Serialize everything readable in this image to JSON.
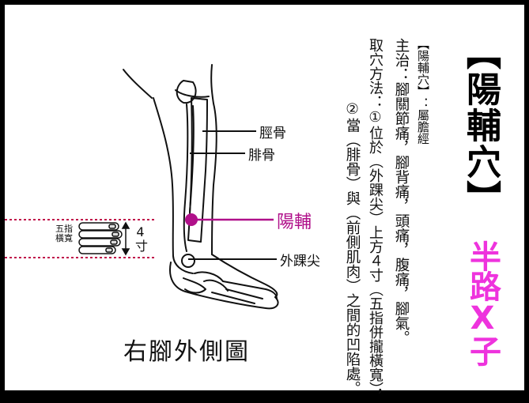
{
  "title": {
    "bracket_open": "【",
    "name": "陽輔穴",
    "bracket_close": "】"
  },
  "meridian_line": "【陽輔穴】：屬膽經",
  "indications": "主治：腳關節痛，腳背痛，頭痛，腹痛，腳氣。",
  "method_line1": "取穴方法：①位於（外踝尖）上方４寸（五指併攏橫寬），",
  "method_line2": "②當（腓骨）與（前側肌肉）之間的凹陷處。",
  "watermark": "半路X子",
  "figure": {
    "caption": "右腳外側圖",
    "labels": {
      "tibia": "脛骨",
      "fibula": "腓骨",
      "point": "陽輔",
      "malleolus": "外踝尖"
    },
    "hand_label": "五指橫寬",
    "measure": "4寸",
    "colors": {
      "point": "#b0108a",
      "guide": "#c0104a",
      "watermark": "#ee33dd"
    }
  }
}
